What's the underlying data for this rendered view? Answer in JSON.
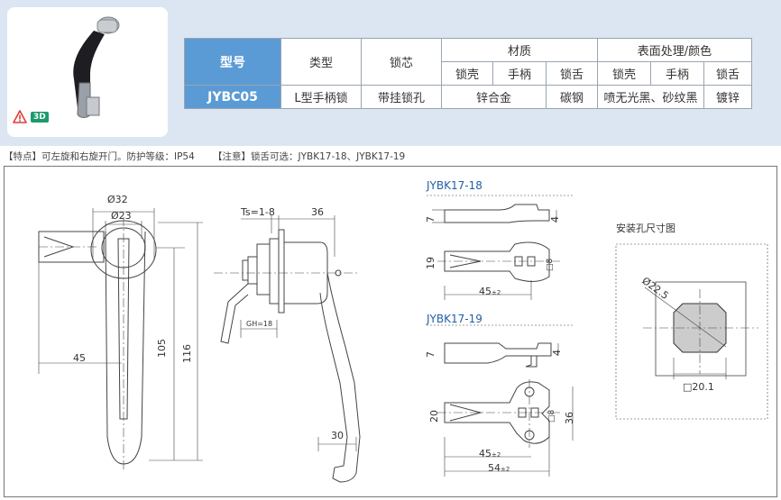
{
  "table": {
    "head_model": "型号",
    "head_type": "类型",
    "head_core": "锁芯",
    "head_material": "材质",
    "head_surface": "表面处理/颜色",
    "sub": [
      "锁壳",
      "手柄",
      "锁舌",
      "锁壳",
      "手柄",
      "锁舌"
    ],
    "row": {
      "model": "JYBC05",
      "type": "L型手柄锁",
      "core": "带挂锁孔",
      "material_shell_handle": "锌合金",
      "material_tongue": "碳钢",
      "surface_shell_handle": "喷无光黑、砂纹黑",
      "surface_tongue": "镀锌"
    }
  },
  "badge_3d": "3D",
  "notes": {
    "feature": "【特点】可左旋和右旋开门。防护等级：IP54",
    "caution": "【注意】锁舌可选：JYBK17-18、JYBK17-19"
  },
  "drawing": {
    "front": {
      "d32": "Ø32",
      "d23": "Ø23",
      "w45": "45",
      "h105": "105",
      "h116": "116"
    },
    "side": {
      "ts": "Ts=1-8",
      "w36": "36",
      "gh": "GH=18",
      "w30": "30"
    },
    "k18": {
      "title": "JYBK17-18",
      "t7": "7",
      "t4": "4",
      "h19": "19",
      "sq8": "□8",
      "w45": "45",
      "tol": "±2"
    },
    "k19": {
      "title": "JYBK17-19",
      "t7": "7",
      "t4": "4",
      "h20": "20",
      "sq8": "□8",
      "h36": "36",
      "w45": "45",
      "w54": "54",
      "tol": "±2"
    },
    "hole": {
      "title": "安装孔尺寸图",
      "d225": "Ø22.5",
      "sq201": "□20.1"
    }
  },
  "colors": {
    "header_blue": "#5b9bd5",
    "band": "#dce6f2",
    "title_blue": "#1f5fa6",
    "badge_green": "#1d9a6c",
    "warn_red": "#e23b3b"
  }
}
